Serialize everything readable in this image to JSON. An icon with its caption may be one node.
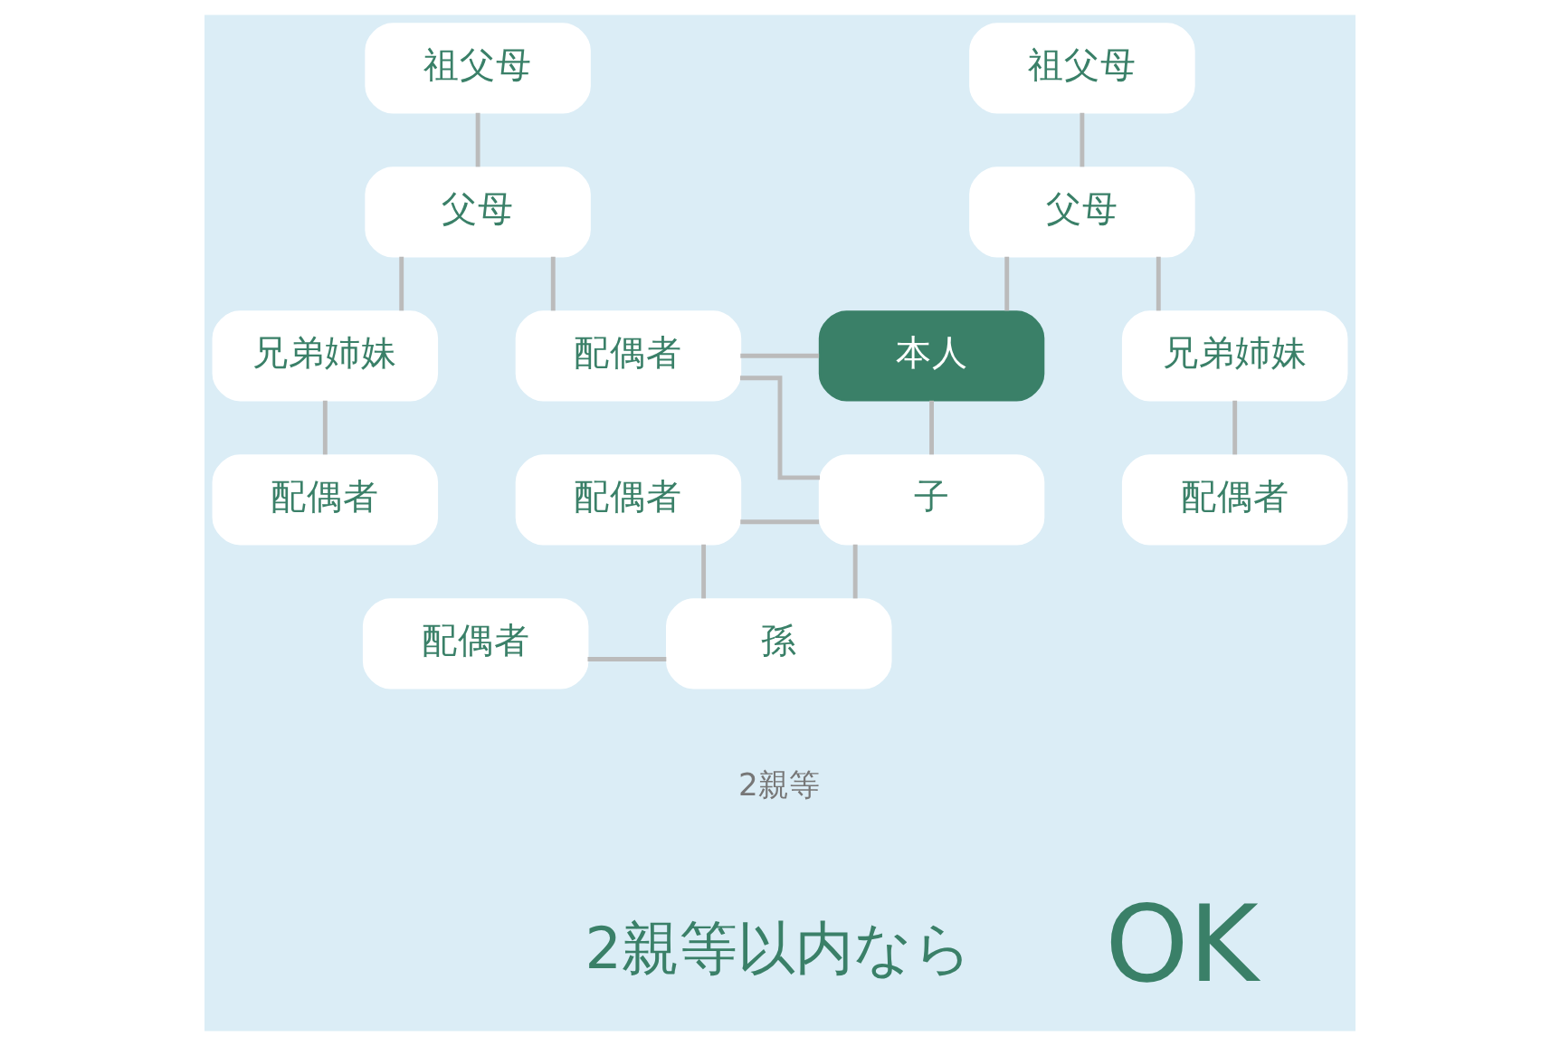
{
  "diagram": {
    "nodes": [
      {
        "text": [
          "祖父母"
        ]
      },
      {
        "text": [
          "祖父母"
        ]
      },
      {
        "text": [
          "父母"
        ]
      },
      {
        "text": [
          "父母"
        ]
      },
      {
        "text": [
          "兄弟姉妹"
        ]
      },
      {
        "text": [
          "配偶者"
        ]
      },
      {
        "text": [
          "本人"
        ]
      },
      {
        "text": [
          "兄弟姉妹"
        ]
      },
      {
        "text": [
          "配偶者"
        ]
      },
      {
        "text": [
          "配偶者"
        ]
      },
      {
        "text": [
          "子"
        ]
      },
      {
        "text": [
          "配偶者"
        ]
      },
      {
        "text": [
          "配偶者"
        ]
      },
      {
        "text": [
          "孫"
        ]
      }
    ],
    "edges": [
      {
        "from": 0,
        "to": 2,
        "arrow": "none"
      },
      {
        "from": 1,
        "to": 3,
        "arrow": "none"
      },
      {
        "from": 2,
        "to": 4,
        "arrow": "none"
      },
      {
        "from": 2,
        "to": 5,
        "arrow": "none"
      },
      {
        "from": 3,
        "to": 6,
        "arrow": "none"
      },
      {
        "from": 3,
        "to": 7,
        "arrow": "none"
      },
      {
        "from": 4,
        "to": 8,
        "arrow": "none"
      },
      {
        "from": 7,
        "to": 9,
        "arrow": "none"
      },
      {
        "from": 5,
        "to": 6,
        "arrow": "none"
      },
      {
        "from": 5,
        "to": 10,
        "arrow": "none"
      },
      {
        "from": 6,
        "to": 10,
        "arrow": "none"
      },
      {
        "from": 11,
        "to": 10,
        "arrow": "none"
      },
      {
        "from": 11,
        "to": 13,
        "arrow": "none"
      },
      {
        "from": 10,
        "to": 13,
        "arrow": "none"
      },
      {
        "from": 12,
        "to": 13,
        "arrow": "none"
      }
    ],
    "labels": [
      "2親等",
      "2親等以内なら",
      "OK"
    ]
  }
}
